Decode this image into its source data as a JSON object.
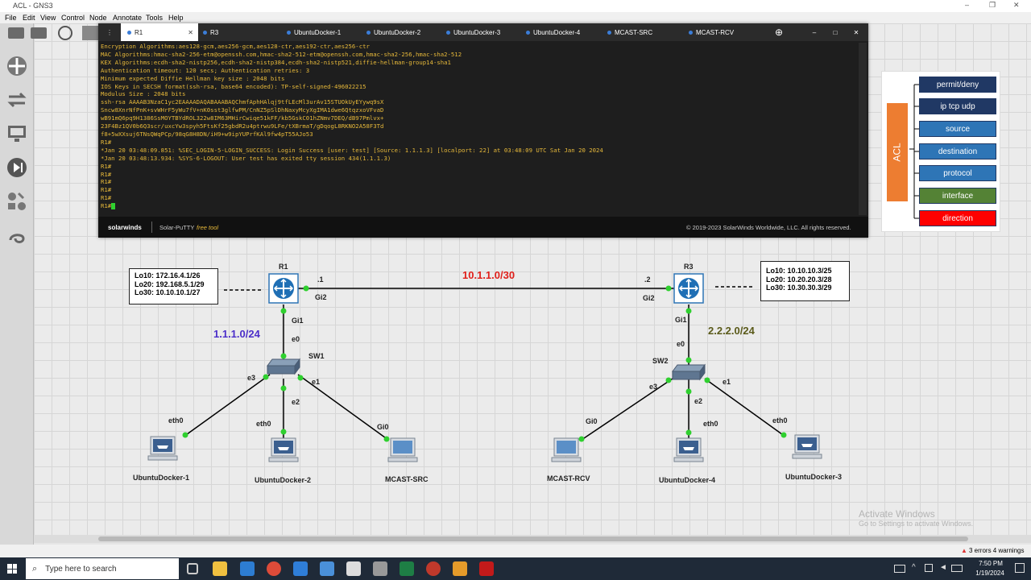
{
  "window": {
    "title": "ACL - GNS3"
  },
  "menu": [
    "File",
    "Edit",
    "View",
    "Control",
    "Node",
    "Annotate",
    "Tools",
    "Help"
  ],
  "putty": {
    "tabs": [
      "R1",
      "R3",
      "UbuntuDocker-1",
      "UbuntuDocker-2",
      "UbuntuDocker-3",
      "UbuntuDocker-4",
      "MCAST-SRC",
      "MCAST-RCV"
    ],
    "terminal_lines": [
      "Encryption Algorithms:aes128-gcm,aes256-gcm,aes128-ctr,aes192-ctr,aes256-ctr",
      "MAC Algorithms:hmac-sha2-256-etm@openssh.com,hmac-sha2-512-etm@openssh.com,hmac-sha2-256,hmac-sha2-512",
      "KEX Algorithms:ecdh-sha2-nistp256,ecdh-sha2-nistp384,ecdh-sha2-nistp521,diffie-hellman-group14-sha1",
      "Authentication timeout: 120 secs; Authentication retries: 3",
      "Minimum expected Diffie Hellman key size : 2048 bits",
      "IOS Keys in SECSH format(ssh-rsa, base64 encoded): TP-self-signed-496022215",
      "Modulus Size : 2048 bits",
      "ssh-rsa AAAAB3NzaC1yc2EAAAADAQABAAABAQChmfAphHAlqj9tfLEcMl3urAv15STUOkUyEYywq9sX",
      "Sncw8XnrNfPnK+svWHrF5yWu7fV+nK0sst3glfwPM/CnNZ5pSlDhNaxyMcyXgIMA1dwe6QtqzxoVFvaD",
      "wB91mQ6pq9H1386SsMOYTBYdROL322w8IM63MHirCwiqe51kFF/kb5GskC01hZNmv7DEQ/dB97Pmlvx+",
      "23F4Bz1QV0b6Q3scr/uxcYw3spyh5FtsKf25gbdR2u4ptrwu9LFe/tXBrmaT/gDqogL8RKNO2A58F3Td",
      "f8+5wXXsuj6TNsQWqPCp/98qG8H8DN/iH9+w9ipYUPrfKAl9fw4pT55AJo53",
      "R1#",
      "*Jan 20 03:48:09.851: %SEC_LOGIN-5-LOGIN_SUCCESS: Login Success [user: test] [Source: 1.1.1.3] [localport: 22] at 03:48:09 UTC Sat Jan 20 2024",
      "*Jan 20 03:48:13.934: %SYS-6-LOGOUT: User test has exited tty session 434(1.1.1.3)",
      "R1#",
      "R1#",
      "R1#",
      "R1#",
      "R1#",
      "R1#"
    ],
    "brand": "solarwinds",
    "product": "Solar-PuTTY",
    "product_note": "free tool",
    "copyright": "© 2019-2023 SolarWinds Worldwide, LLC. All rights reserved."
  },
  "acl_legend": {
    "title": "ACL",
    "items": [
      {
        "label": "permit/deny",
        "color": "#203864"
      },
      {
        "label": "ip tcp udp",
        "color": "#203864"
      },
      {
        "label": "source",
        "color": "#2e75b6"
      },
      {
        "label": "destination",
        "color": "#2e75b6"
      },
      {
        "label": "protocol",
        "color": "#2e75b6"
      },
      {
        "label": "interface",
        "color": "#548235"
      },
      {
        "label": "direction",
        "color": "#ff0000"
      }
    ],
    "title_color": "#ed7d31"
  },
  "topology": {
    "r1": {
      "name": "R1",
      "loopbacks": [
        "Lo10: 172.16.4.1/26",
        "Lo20: 192.168.5.1/29",
        "Lo30: 10.10.10.1/27"
      ],
      "port_gi2": "Gi2",
      "port_gi1": "Gi1",
      "addr": ".1"
    },
    "r3": {
      "name": "R3",
      "loopbacks": [
        "Lo10: 10.10.10.3/25",
        "Lo20: 10.20.20.3/28",
        "Lo30: 10.30.30.3/29"
      ],
      "port_gi2": "Gi2",
      "port_gi1": "Gi1",
      "addr": ".2"
    },
    "link_r1_r3": "10.1.1.0/30",
    "net_left": "1.1.1.0/24",
    "net_right": "2.2.2.0/24",
    "sw1": {
      "name": "SW1",
      "ports": {
        "e0": "e0",
        "e1": "e1",
        "e2": "e2",
        "e3": "e3"
      }
    },
    "sw2": {
      "name": "SW2",
      "ports": {
        "e0": "e0",
        "e1": "e1",
        "e2": "e2",
        "e3": "e3"
      }
    },
    "hosts": {
      "ud1": {
        "name": "UbuntuDocker-1",
        "port": "eth0"
      },
      "ud2": {
        "name": "UbuntuDocker-2",
        "port": "eth0"
      },
      "msrc": {
        "name": "MCAST-SRC",
        "port": "Gi0"
      },
      "mrcv": {
        "name": "MCAST-RCV",
        "port": "Gi0"
      },
      "ud4": {
        "name": "UbuntuDocker-4",
        "port": "eth0"
      },
      "ud3": {
        "name": "UbuntuDocker-3",
        "port": "eth0"
      }
    },
    "colors": {
      "link_label": "#e0201b",
      "net_left": "#4b2ec9",
      "net_right": "#5a5a1a"
    }
  },
  "watermark": {
    "line1": "Activate Windows",
    "line2": "Go to Settings to activate Windows."
  },
  "status": {
    "errors": "3 errors 4 warnings"
  },
  "taskbar": {
    "search_placeholder": "Type here to search",
    "time": "7:50 PM",
    "date": "1/19/2024"
  }
}
